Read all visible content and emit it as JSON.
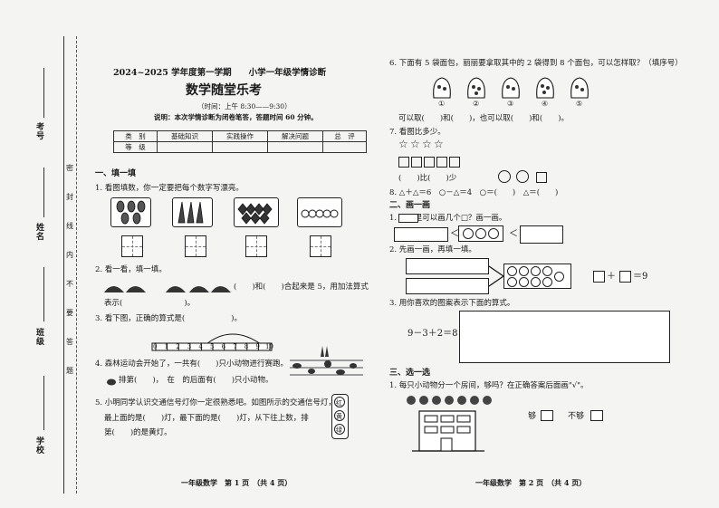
{
  "binding": {
    "exam_no": "考号",
    "name": "姓名",
    "class": "班级",
    "school": "学校",
    "cut_line": [
      "密",
      "封",
      "线",
      "内",
      "不",
      "要",
      "答",
      "题"
    ]
  },
  "header": {
    "line1": "2024~2025 学年度第一学期　　小学一年级学情诊断",
    "title": "数学随堂乐考",
    "time": "（时间：上午 8:30——9:30）",
    "note": "说明：本次学情诊断为闭卷笔答，答题时间 60 分钟。",
    "table": {
      "row1": [
        "类　别",
        "基础知识",
        "实践操作",
        "解决问题",
        "总　评"
      ],
      "row2_label": "等　级"
    }
  },
  "left": {
    "sec1": "一、填一填",
    "q1": "1. 看图填数，你一定要把每个数字写漂亮。",
    "q2_a": "2. 看一看，填一填。",
    "q2_b": "(　　)和(　　)合起来是 5，用加法算式",
    "q2_c": "表示(　　　　　　　　)。",
    "q3": "3. 看下图，正确的算式是(　　　　　　)。",
    "ruler_ticks": [
      "0",
      "1",
      "2",
      "3",
      "4",
      "5",
      "6",
      "7",
      "8",
      "9",
      "10"
    ],
    "q4_a": "4. 森林运动会开始了，一共有(　　)只小动物进行赛跑。",
    "q4_b": "排第(　　)，　在　的后面有(　　)只小动物。",
    "q5_a": "5. 小明同学认识交通信号灯你一定很熟悉吧。如图所示的交通信号灯，",
    "q5_b": "最上面的是(　　)灯，最下面的是(　　)灯，从下往上数，排",
    "q5_c": "第(　　)的是黄灯。",
    "light_labels": [
      "红",
      "黄",
      "绿"
    ],
    "footer": "一年级数学　第 1 页　（共 4 页）"
  },
  "right": {
    "q6_a": "6. 下面有 5 袋面包，丽丽要拿取其中的 2 袋得到 8 个面包，可以怎样取？（填序号）",
    "q6_labels": [
      "①",
      "②",
      "③",
      "④",
      "⑤"
    ],
    "q6_b": "可以取(　　)和(　　)，也可以取(　　)和(　　)。",
    "q7": "7. 看图比多少。",
    "q7_b": "(　　)比(　　)少",
    "q8": "8. △＋△＝6　○－△＝4　○＝(　　)　△＝(　　)",
    "sec2": "二、画一画",
    "d1": "1. 　　里可以画几个□？画一画。",
    "d2": "2. 先画一画，再填一填。",
    "d2_eq": "＋",
    "d2_res": "＝9",
    "d3": "3. 用你喜欢的图案表示下面的算式。",
    "d3_eq": "9－3＋2＝8",
    "lt": "＜",
    "sec3": "三、选一选",
    "c1": "1. 每只小动物分一个房间，够吗？在正确答案后面画\"√\"。",
    "enough": "够",
    "not_enough": "不够",
    "footer": "一年级数学　第 2 页　（共 4 页）"
  }
}
